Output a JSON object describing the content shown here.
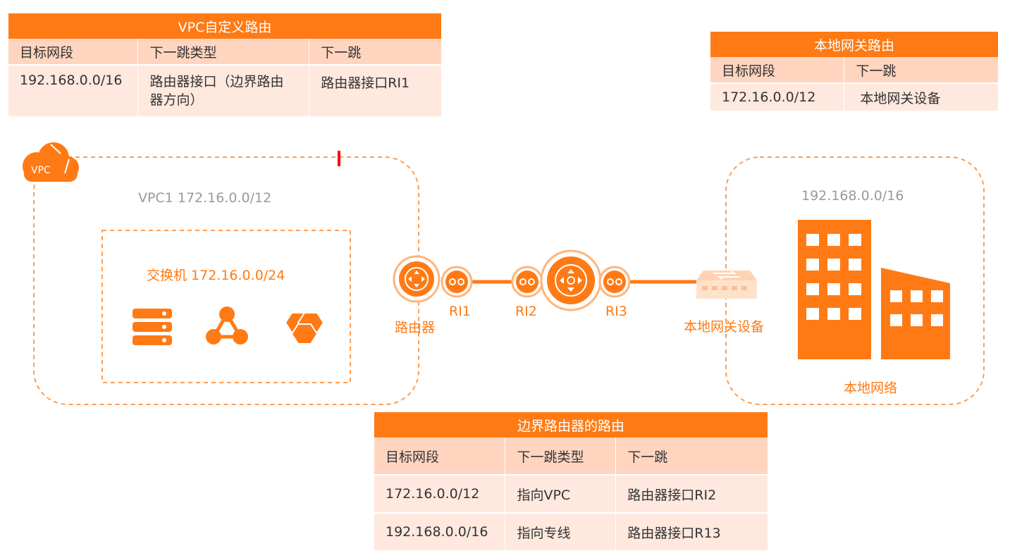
{
  "vpc_route_table": {
    "title": "VPC自定义路由",
    "headers": [
      "目标网段",
      "下一跳类型",
      "下一跳"
    ],
    "row": [
      "192.168.0.0/16",
      "路由器接口（边界路由器方向）",
      "路由器接口RI1"
    ]
  },
  "local_gateway_table": {
    "title": "本地网关路由",
    "headers": [
      "目标网段",
      "下一跳"
    ],
    "row": [
      "172.16.0.0/12",
      "本地网关设备"
    ]
  },
  "border_router_table": {
    "title": "边界路由器的路由",
    "headers": [
      "目标网段",
      "下一跳类型",
      "下一跳"
    ],
    "rows": [
      [
        "172.16.0.0/12",
        "指向VPC",
        "路由器接口RI2"
      ],
      [
        "192.168.0.0/16",
        "指向专线",
        "路由器接口R13"
      ]
    ]
  },
  "vpc": {
    "badge": "VPC",
    "label": "VPC1 172.16.0.0/12",
    "switch_label": "交换机 172.16.0.0/24"
  },
  "network": {
    "router_label": "路由器",
    "ri1": "RI1",
    "ri2": "RI2",
    "ri3": "RI3",
    "gateway_label": "本地网关设备",
    "local_cidr": "192.168.0.0/16",
    "local_network_label": "本地网络"
  },
  "colors": {
    "accent": "#ff7a14",
    "header_bg": "#ffd5bf",
    "row_bg": "#ffe8de",
    "gray_text": "#9a9a9a"
  }
}
